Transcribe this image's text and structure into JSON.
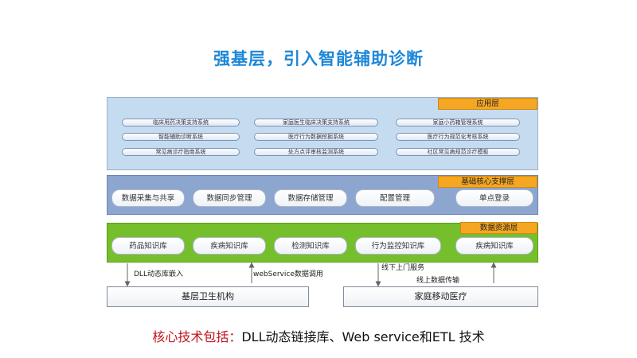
{
  "title": "强基层，引入智能辅助诊断",
  "layers": {
    "application": {
      "tag": "应用层",
      "items": [
        "临床用药决策支持系统",
        "家庭医生临床决策支持系统",
        "家庭小药箱管理系统",
        "智能辅助诊断系统",
        "医疗行为数据挖掘系统",
        "医疗行为规范化考核系统",
        "常见病诊疗指南系统",
        "处方点评审核监测系统",
        "社区常见病规范诊疗模板"
      ]
    },
    "core": {
      "tag": "基础核心支撑层",
      "items": [
        "数据采集与共享",
        "数据同步管理",
        "数据存储管理",
        "配置管理",
        "单点登录"
      ]
    },
    "data": {
      "tag": "数据资源层",
      "items": [
        "药品知识库",
        "疾病知识库",
        "检测知识库",
        "行为监控知识库",
        "疾病知识库"
      ]
    }
  },
  "connections": {
    "dll": "DLL动态库嵌入",
    "webservice": "webService数据调用",
    "offline": "线下上门服务",
    "online": "线上数据传输"
  },
  "bottom": {
    "left": "基层卫生机构",
    "right": "家庭移动医疗"
  },
  "footer": {
    "prefix": "核心技术包括：",
    "text": "DLL动态链接库、Web service和ETL 技术"
  },
  "colors": {
    "title": "#1e88d8",
    "tag": "#f5a623",
    "app_layer": "#c5dcf0",
    "core_layer": "#8da6cf",
    "data_layer": "#76bf2c",
    "footer_prefix": "#c0151b"
  }
}
